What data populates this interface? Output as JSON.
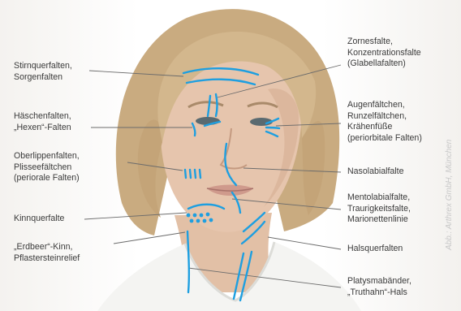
{
  "colors": {
    "wrinkle_marks": "#1e9fe0",
    "leader_lines": "#6b6b6b",
    "label_text": "#3a3a3a",
    "hair": "#c9ab80",
    "skin": "#e6c5ad",
    "shirt": "#f4f4f2"
  },
  "labels_left": {
    "stirnquerfalten": [
      "Stirnquerfalten,",
      "Sorgenfalten"
    ],
    "haeschenfalten": [
      "Häschenfalten,",
      "„Hexen“-Falten"
    ],
    "oberlippenfalten": [
      "Oberlippenfalten,",
      "Plisseefältchen",
      "(periorale Falten)"
    ],
    "kinnquerfalte": [
      "Kinnquerfalte"
    ],
    "erdbeer_kinn": [
      "„Erdbeer“-Kinn,",
      "Pflastersteinrelief"
    ]
  },
  "labels_right": {
    "zornesfalte": [
      "Zornesfalte,",
      "Konzentrationsfalte",
      "(Glabellafalten)"
    ],
    "augenfaeltchen": [
      "Augenfältchen,",
      "Runzelfältchen,",
      "Krähenfüße",
      "(periorbitale Falten)"
    ],
    "nasolabialfalte": [
      "Nasolabialfalte"
    ],
    "mentolabialfalte": [
      "Mentolabialfalte,",
      "Traurigkeitsfalte,",
      "Marionettenlinie"
    ],
    "halsquerfalten": [
      "Halsquerfalten"
    ],
    "platysmabaender": [
      "Platysmabänder,",
      "„Truthahn“-Hals"
    ]
  },
  "credit": "Abb.: Arthrex GmbH, München"
}
